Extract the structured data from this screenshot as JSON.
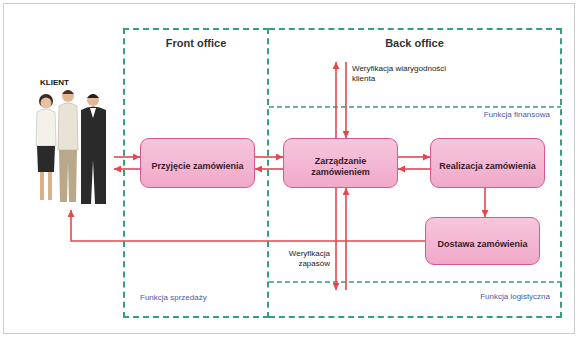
{
  "diagram": {
    "nodes": [
      {
        "text": [
          "KLIENT"
        ]
      },
      {
        "text": [
          "Front office"
        ]
      },
      {
        "text": [
          "Przyjęcie zamówienia"
        ],
        "in": 1
      },
      {
        "text": [
          "Back office"
        ]
      },
      {
        "text": [
          "Zarządzanie zamówieniem"
        ],
        "in": 3
      },
      {
        "text": [
          "Realizacja zamówienia"
        ],
        "in": 3
      },
      {
        "text": [
          "Dostawa zamówienia"
        ],
        "in": 3
      }
    ],
    "edges": [
      {
        "from": 0,
        "to": 2,
        "arrow": "to"
      },
      {
        "from": 2,
        "to": 0,
        "arrow": "to"
      },
      {
        "from": 2,
        "to": 4,
        "arrow": "to"
      },
      {
        "from": 4,
        "to": 2,
        "arrow": "to"
      },
      {
        "from": 4,
        "to": 5,
        "arrow": "to"
      },
      {
        "from": 5,
        "to": 4,
        "arrow": "to"
      },
      {
        "from": 5,
        "to": 6,
        "arrow": "to"
      },
      {
        "from": 6,
        "to": 0,
        "arrow": "to"
      }
    ],
    "labels": [
      "Weryfikacja wiarygodności klienta",
      "Funkcja finansowa",
      "Weryfikacja zapasów",
      "Funkcja sprzedaży",
      "Funkcja logistyczna"
    ]
  }
}
